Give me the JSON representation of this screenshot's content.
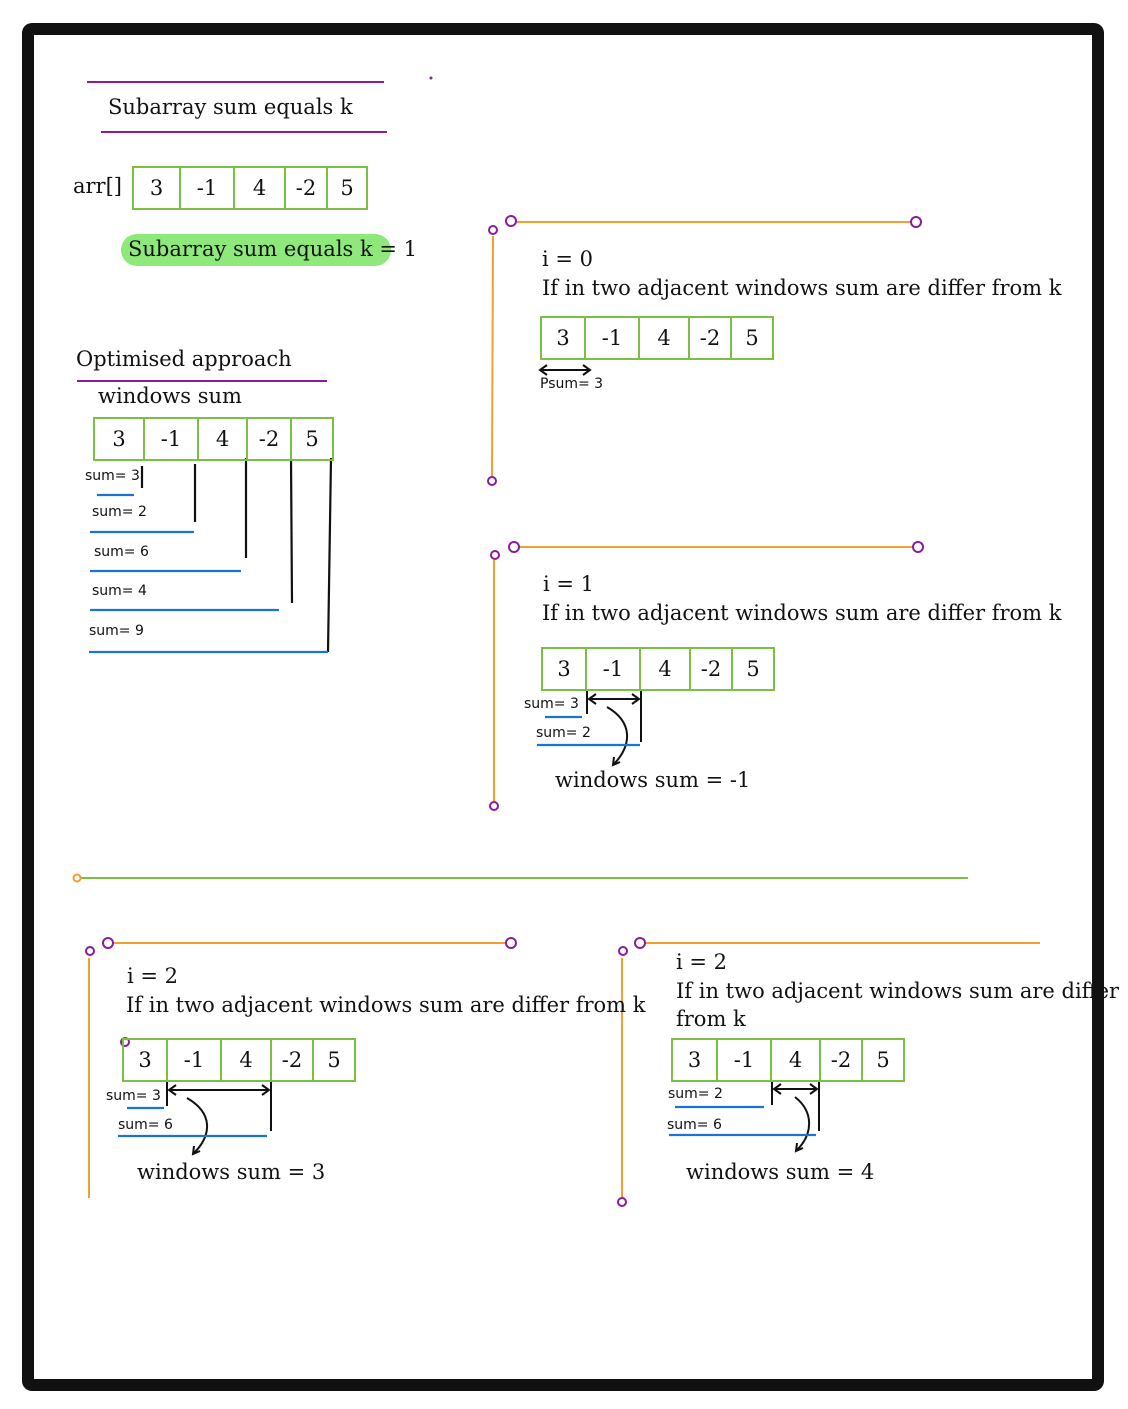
{
  "title": "Subarray sum equals k",
  "arr_label": "arr[]",
  "array": [
    "3",
    "-1",
    "4",
    "-2",
    "5"
  ],
  "problem_highlight": "Subarray sum equals k = 1",
  "optimised": {
    "heading": "Optimised approach",
    "subheading": "windows sum",
    "sums": [
      "sum= 3",
      "sum= 2",
      "sum= 6",
      "sum= 4",
      "sum= 9"
    ]
  },
  "panels": [
    {
      "i_label": "i  = 0",
      "desc": "If in two adjacent windows sum are differ from k",
      "psum": "Psum= 3"
    },
    {
      "i_label": "i  = 1",
      "desc": "If in two adjacent windows sum are differ from k",
      "sum_a": "sum= 3",
      "sum_b": "sum= 2",
      "window": "windows sum = -1"
    },
    {
      "i_label": "i  = 2",
      "desc": "If in two adjacent windows sum are differ from k",
      "sum_a": "sum= 3",
      "sum_b": "sum= 6",
      "window": "windows sum = 3"
    },
    {
      "i_label": "i  = 2",
      "desc_line1": "If in two adjacent windows sum are differ",
      "desc_line2": "from k",
      "sum_a": "sum= 2",
      "sum_b": "sum= 6",
      "window": "windows sum = 4"
    }
  ],
  "colors": {
    "frame": "#111111",
    "accent_purple": "#8a1b9e",
    "orange": "#f0a030",
    "green_cell": "#7ac143",
    "highlight": "#8ee87a",
    "blue_line": "#1a73d9",
    "divider_green": "#7ac143"
  }
}
